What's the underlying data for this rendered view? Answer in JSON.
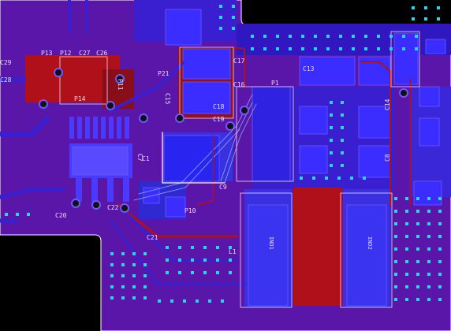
{
  "colors": {
    "background": "#000000",
    "board": "#5a16a8",
    "pour": "#3a1fd0",
    "copper_top": "#b0101a",
    "pad": "#3b2cff",
    "via": "#2fd3e8",
    "silk": "#e8d8f8",
    "outline": "#ffffff"
  },
  "labels": {
    "c29": "C29",
    "c28": "C28",
    "p13": "P13",
    "p12": "P12",
    "c27": "C27",
    "c26": "C26",
    "p11": "P11",
    "p14": "P14",
    "p21": "P21",
    "c17": "C17",
    "c16": "C16",
    "c15": "C15",
    "c18": "C18",
    "p1": "P1",
    "c13": "C13",
    "c7": "C7",
    "c14": "C14",
    "c20": "C20",
    "c21": "C21",
    "c22": "C22",
    "c19": "C19",
    "p10": "P10",
    "l1": "L1",
    "c1": "C1",
    "c8": "C8",
    "c9": "C9",
    "ind1": "IND1",
    "ind2": "IND2"
  }
}
